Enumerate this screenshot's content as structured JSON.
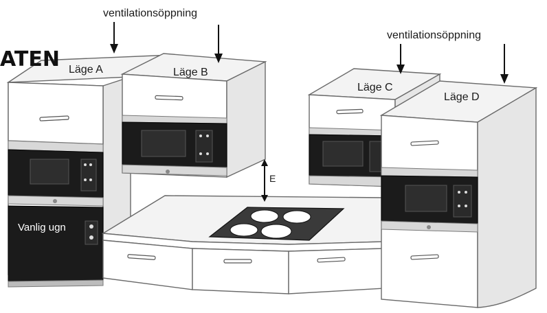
{
  "heading_fragment": "ATEN",
  "labels": {
    "vent_left": "ventilationsöppning",
    "vent_right": "ventilationsöppning",
    "pos_a": "Läge A",
    "pos_b": "Läge B",
    "pos_c": "Läge C",
    "pos_d": "Läge D",
    "dimension_e": "E",
    "conventional_oven": "Vanlig ugn"
  },
  "icons": {
    "ventilation_arrow": "arrow-down-icon",
    "dimension_arrow": "double-arrow-vertical-icon",
    "hob": "induction-hob-icon"
  }
}
